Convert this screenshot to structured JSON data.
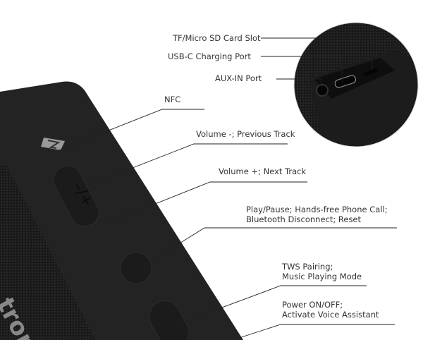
{
  "labels": {
    "tf_slot": "TF/Micro SD Card Slot",
    "usbc": "USB-C Charging Port",
    "aux": "AUX-IN Port",
    "nfc": "NFC",
    "volume_minus": "Volume -; Previous Track",
    "volume_plus": "Volume +; Next Track",
    "play_line1": "Play/Pause; Hands-free Phone Call;",
    "play_line2": "Bluetooth Disconnect; Reset",
    "tws_line1": "TWS Pairing;",
    "tws_line2": "Music Playing Mode",
    "power_line1": "Power ON/OFF;",
    "power_line2": "Activate Voice Assistant"
  },
  "colors": {
    "body": "#1f1f1f",
    "line": "#222222",
    "text": "#333333"
  }
}
